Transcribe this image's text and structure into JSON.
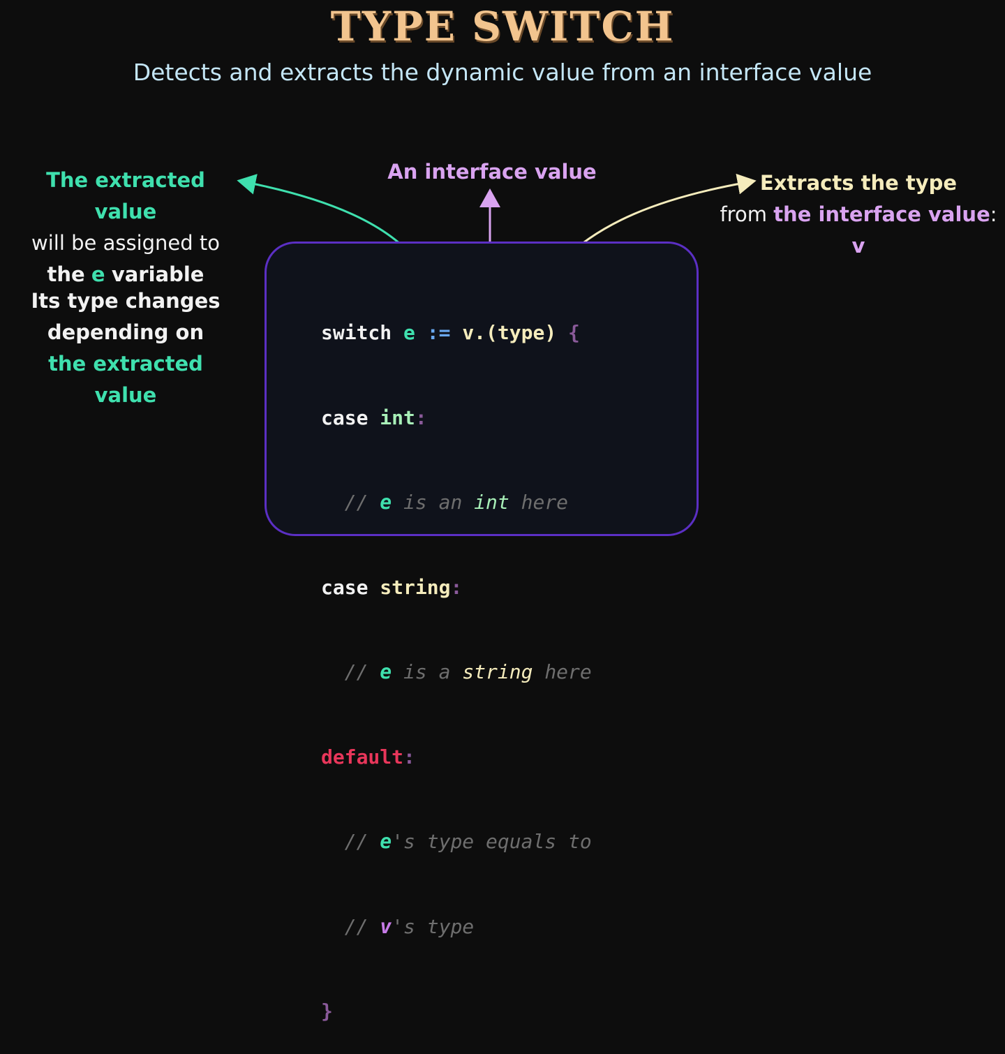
{
  "header": {
    "title": "TYPE SWITCH",
    "subtitle": "Detects and extracts the dynamic value from an interface value"
  },
  "left_note": {
    "line1": "The extracted value",
    "line2": "will be assigned to",
    "line3_a": "the",
    "line3_b": "e",
    "line3_c": "variable"
  },
  "left_note2": {
    "line1": "Its type changes",
    "line2": "depending on",
    "line3": "the extracted value"
  },
  "center_label": "An interface value",
  "right_note": {
    "line1": "Extracts the type",
    "line2_a": "from",
    "line2_b": "the interface value",
    "line2_c": ":",
    "line3": "v"
  },
  "code": {
    "l1_switch": "switch",
    "l1_e": "e",
    "l1_op": ":=",
    "l1_v": "v.(type)",
    "l1_brace": "{",
    "l2_case": "case",
    "l2_type": "int",
    "l2_colon": ":",
    "l3_slashes": "//",
    "l3_e": "e",
    "l3_mid": "is an",
    "l3_type": "int",
    "l3_end": "here",
    "l4_case": "case",
    "l4_type": "string",
    "l4_colon": ":",
    "l5_slashes": "//",
    "l5_e": "e",
    "l5_mid": "is a",
    "l5_type": "string",
    "l5_end": "here",
    "l6_default": "default",
    "l6_colon": ":",
    "l7_slashes": "//",
    "l7_e": "e",
    "l7_rest": "'s type equals to",
    "l8_slashes": "//",
    "l8_v": "v",
    "l8_rest": "'s type",
    "l9_brace": "}"
  },
  "colors": {
    "title": "#f2c48e",
    "subtitle": "#c4e6f6",
    "green": "#3fe0ae",
    "purple": "#d9a3f0",
    "yellow": "#f5ecbc",
    "box_border": "#5b2fc4",
    "default_kw": "#e8365a"
  }
}
